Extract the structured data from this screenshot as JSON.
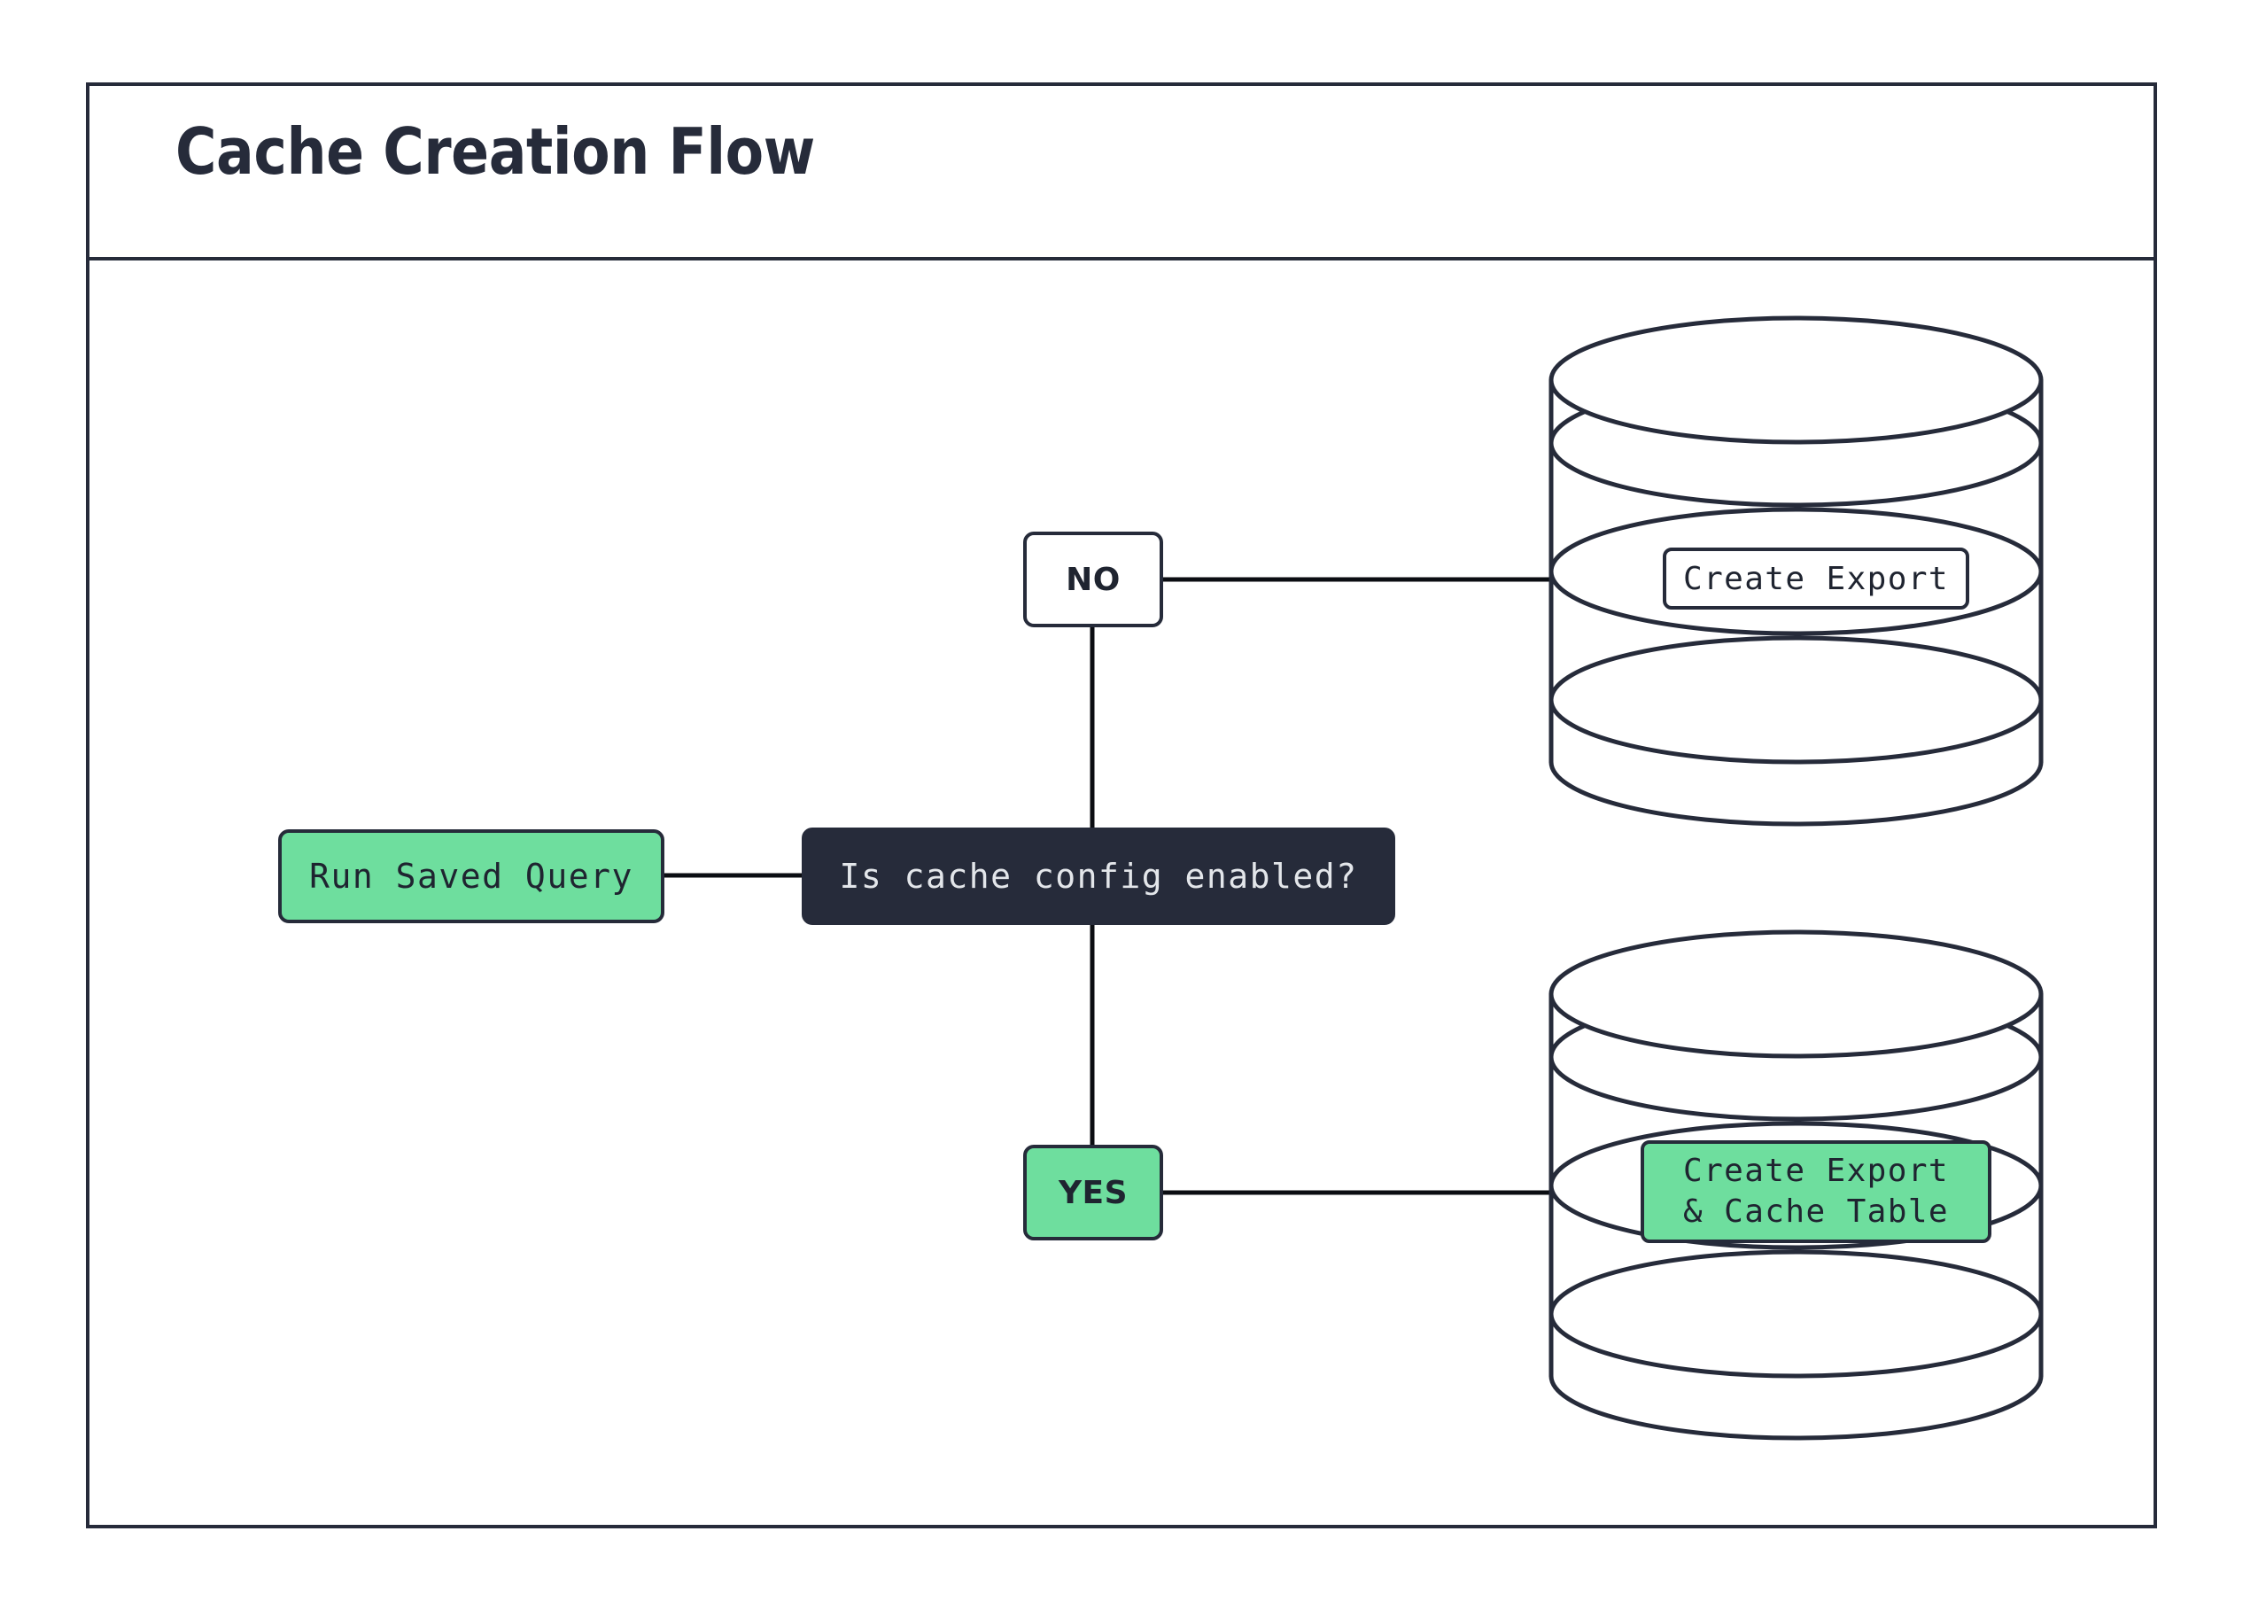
{
  "diagram": {
    "title": "Cache Creation Flow",
    "type": "flowchart",
    "colors": {
      "ink": "#262b3a",
      "accent_green": "#6ede9e",
      "dark_fill": "#262b3a",
      "dark_text": "#e3e6ea",
      "white_fill": "#ffffff",
      "background": "#ffffff"
    },
    "nodes": [
      {
        "id": "run-saved-query",
        "label": "Run Saved Query",
        "shape": "rounded-rect",
        "style": "green"
      },
      {
        "id": "decision",
        "label": "Is cache config enabled?",
        "shape": "rounded-rect",
        "style": "dark"
      },
      {
        "id": "branch-no",
        "label": "NO",
        "shape": "rounded-rect",
        "style": "white"
      },
      {
        "id": "branch-yes",
        "label": "YES",
        "shape": "rounded-rect",
        "style": "green"
      },
      {
        "id": "database-export",
        "label": "Create Export",
        "shape": "database-cylinder",
        "style": "white"
      },
      {
        "id": "database-export-cache",
        "label_line_1": "Create Export",
        "label_line_2": "& Cache Table",
        "shape": "database-cylinder",
        "style": "green"
      }
    ],
    "edges": [
      {
        "from": "run-saved-query",
        "to": "decision"
      },
      {
        "from": "decision",
        "to": "branch-no",
        "label": "NO"
      },
      {
        "from": "decision",
        "to": "branch-yes",
        "label": "YES"
      },
      {
        "from": "branch-no",
        "to": "database-export"
      },
      {
        "from": "branch-yes",
        "to": "database-export-cache"
      }
    ]
  }
}
